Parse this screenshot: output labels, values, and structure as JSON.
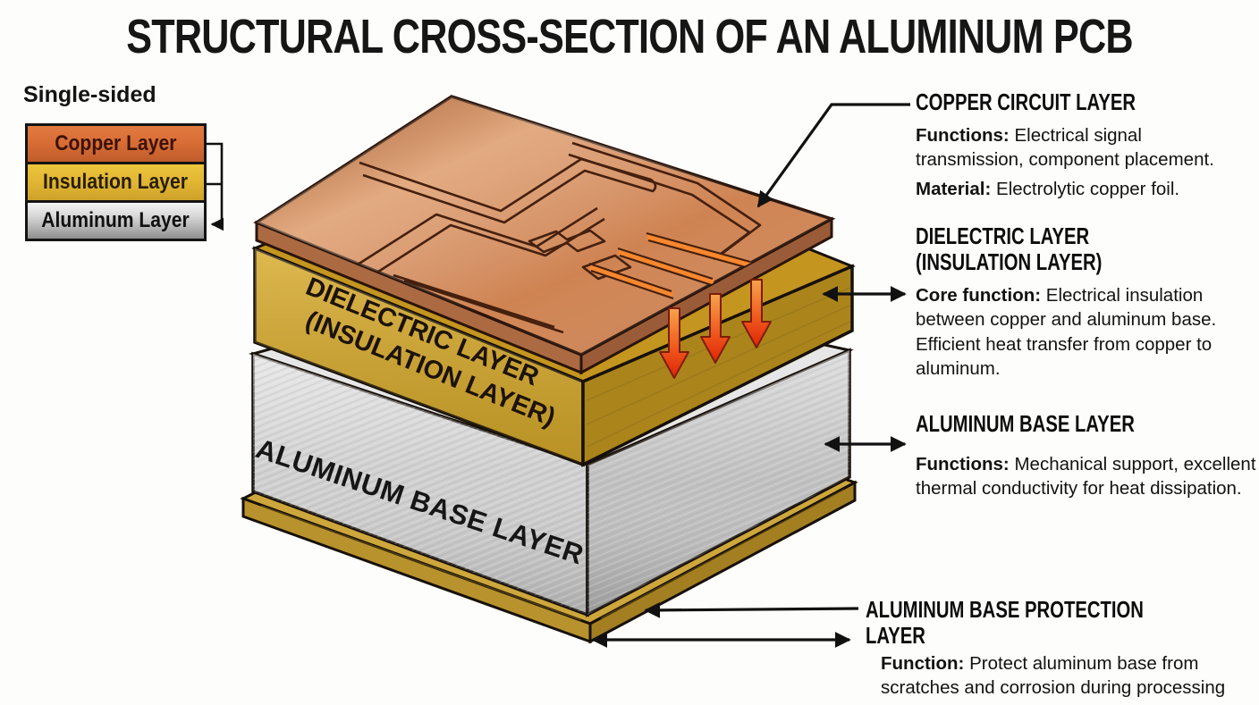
{
  "title": "STRUCTURAL CROSS-SECTION OF AN ALUMINUM PCB",
  "legend": {
    "heading": "Single-sided",
    "layers": [
      {
        "label": "Copper Layer",
        "color": "#d4693a"
      },
      {
        "label": "Insulation Layer",
        "color": "#e0b431"
      },
      {
        "label": "Aluminum Layer",
        "color": "#c9c9c9"
      }
    ]
  },
  "diagram": {
    "face_labels": {
      "dielectric_line1": "DIELECTRIC LAYER",
      "dielectric_line2": "(INSULATION LAYER)",
      "aluminum": "ALUMINUM BASE LAYER"
    }
  },
  "annotations": [
    {
      "heading": "COPPER CIRCUIT LAYER",
      "body": [
        {
          "label": "Functions:",
          "text": "Electrical signal transmission, component placement."
        },
        {
          "label": "Material:",
          "text": "Electrolytic copper foil."
        }
      ]
    },
    {
      "heading": "DIELECTRIC LAYER\n(INSULATION LAYER)",
      "body": [
        {
          "label": "Core function:",
          "text": "Electrical insulation between copper and aluminum base. Efficient heat transfer from copper to aluminum."
        }
      ]
    },
    {
      "heading": "ALUMINUM BASE LAYER",
      "body": [
        {
          "label": "Functions:",
          "text": "Mechanical support, excellent thermal conductivity for heat dissipation."
        }
      ]
    },
    {
      "heading": "ALUMINUM BASE PROTECTION LAYER",
      "body": [
        {
          "label": "Function:",
          "text": "Protect aluminum base from scratches and corrosion during processing"
        }
      ]
    }
  ],
  "colors": {
    "copper_top": "#cf8352",
    "copper_side_left": "#ab6a42",
    "copper_side_right": "#9a5c38",
    "copper_trace": "#45200e",
    "dielectric_top": "#c4951f",
    "dielectric_left": "#cfa42d",
    "dielectric_right": "#ab851c",
    "aluminum_top": "#e6e6e6",
    "aluminum_left": "#cccccc",
    "aluminum_right": "#bdbdbd",
    "board_top": "#cda63c",
    "board_left": "#b8922c",
    "board_right": "#a37f22",
    "heat_arrow": "#e8401a",
    "outline": "#17100a",
    "connector": "#111111"
  }
}
